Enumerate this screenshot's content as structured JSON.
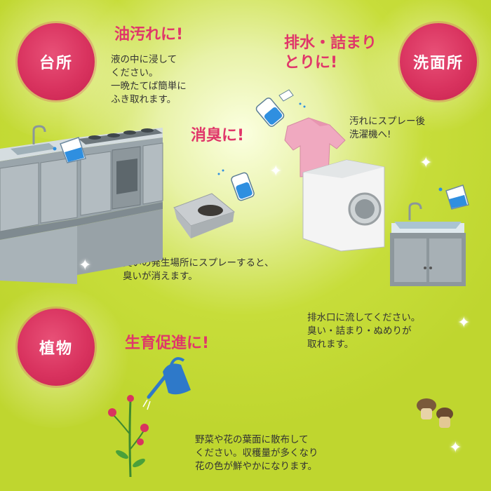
{
  "sections": {
    "kitchen": {
      "badge": "台所",
      "heading": "油汚れに!",
      "desc": [
        "液の中に浸して",
        "ください。",
        "一晩たてば簡単に",
        "ふき取れます。"
      ]
    },
    "drain": {
      "heading": [
        "排水・詰まり",
        "とりに!"
      ],
      "desc": [
        "排水口に流してください。",
        "臭い・詰まり・ぬめりが",
        "取れます。"
      ]
    },
    "washroom": {
      "badge": "洗面所",
      "desc": [
        "汚れにスプレー後",
        "洗濯機へ!"
      ]
    },
    "deodorize": {
      "heading": "消臭に!",
      "desc": [
        "臭いの発生場所にスプレーすると、",
        "臭いが消えます。"
      ]
    },
    "plants": {
      "badge": "植物",
      "heading": "生育促進に!",
      "desc": [
        "野菜や花の葉面に散布して",
        "ください。収穫量が多くなり",
        "花の色が鮮やかになります。"
      ]
    }
  },
  "icons": [
    "spray-bottle-icon",
    "measuring-cup-icon",
    "sparkle-icon",
    "watering-can-icon"
  ],
  "colors": {
    "background": "#c7dd3a",
    "badge": "#d9335f",
    "heading": "#e0366a",
    "text": "#333333"
  }
}
